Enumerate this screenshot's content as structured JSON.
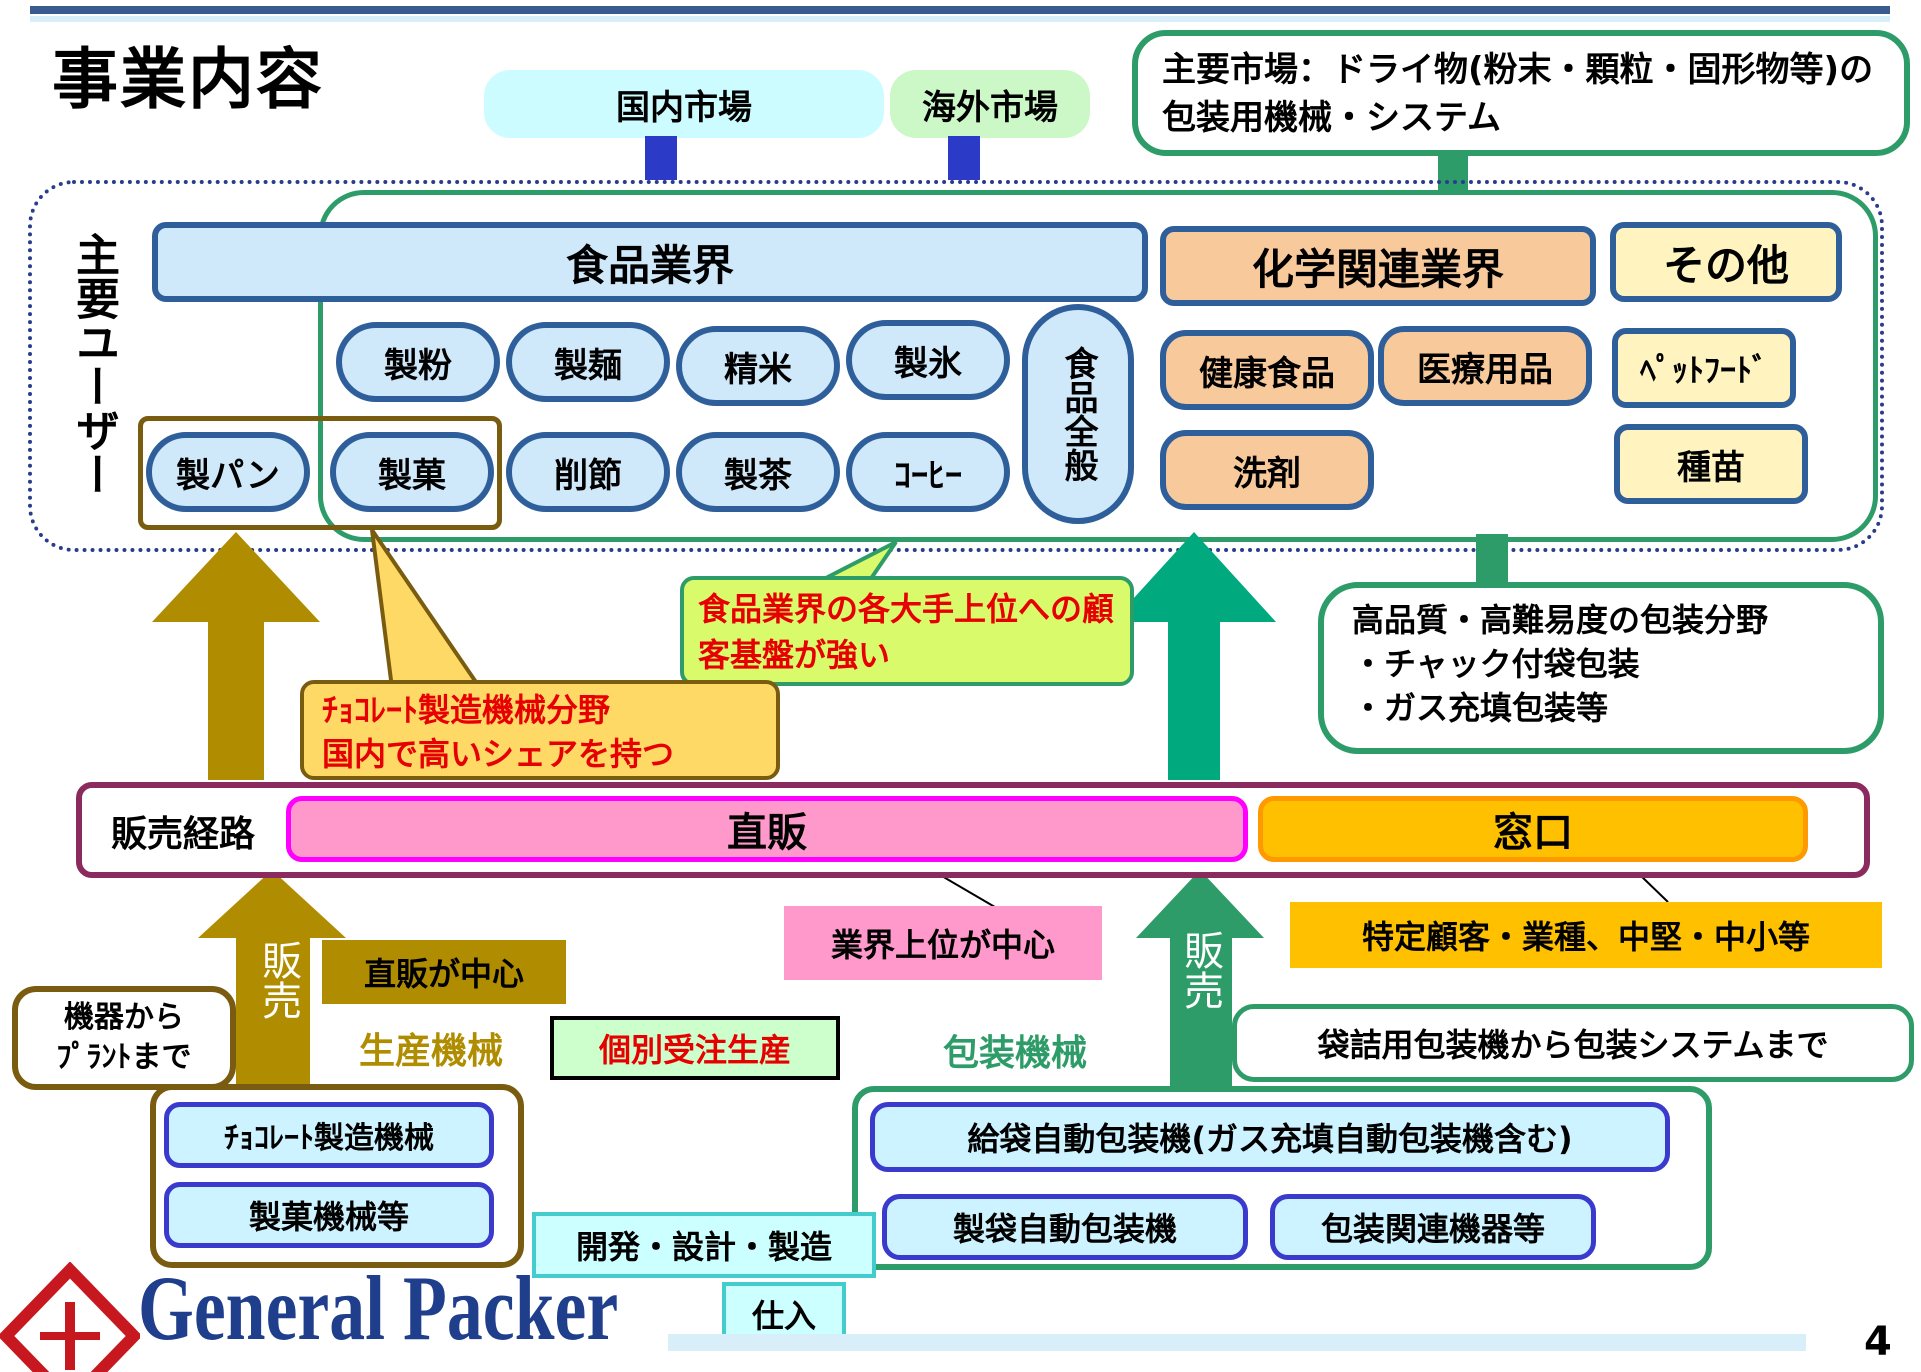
{
  "title": "事業内容",
  "markets": {
    "domestic": "国内市場",
    "overseas": "海外市場",
    "main_market_note": "主要市場：ドライ物(粉末・顆粒・固形物等)の包装用機械・システム"
  },
  "main_users": {
    "label": "主要ユーザー",
    "food": {
      "header": "食品業界",
      "items": [
        "製粉",
        "製麺",
        "精米",
        "製氷",
        "製パン",
        "製菓",
        "削節",
        "製茶",
        "ｺｰﾋｰ"
      ],
      "general": "食品全般"
    },
    "chemical": {
      "header": "化学関連業界",
      "items": [
        "健康食品",
        "医療用品",
        "洗剤"
      ]
    },
    "other": {
      "header": "その他",
      "items": [
        "ﾍﾟｯﾄﾌｰﾄﾞ",
        "種苗"
      ]
    }
  },
  "callouts": {
    "food_base": "食品業界の各大手上位への顧客基盤が強い",
    "chocolate": "ﾁｮｺﾚｰﾄ製造機械分野\n国内で高いシェアを持つ",
    "high_quality": "高品質・高難易度の包装分野\n・チャック付袋包装\n・ガス充填包装等"
  },
  "sales_route": {
    "label": "販売経路",
    "direct": "直販",
    "window": "窓口",
    "direct_note": "業界上位が中心",
    "window_note": "特定顧客・業種、中堅・中小等"
  },
  "production": {
    "arrow_label": "販売",
    "direct_center": "直販が中心",
    "title": "生産機械",
    "scope": "機器から\nﾌﾟﾗﾝﾄまで",
    "order": "個別受注生産",
    "items": [
      "ﾁｮｺﾚｰﾄ製造機械",
      "製菓機械等"
    ]
  },
  "packaging": {
    "arrow_label": "販売",
    "title": "包装機械",
    "scope": "袋詰用包装機から包装システムまで",
    "items": [
      "給袋自動包装機(ガス充填自動包装機含む)",
      "製袋自動包装機",
      "包装関連機器等"
    ]
  },
  "bottom": {
    "dev": "開発・設計・製造",
    "purchase": "仕入",
    "logo": "General Packer",
    "page": "4"
  },
  "colors": {
    "navy_rule": "#3b5a8f",
    "food_blue": "#cfe9fb",
    "chem_orange": "#f7c99b",
    "other_yellow": "#fff4c0",
    "green": "#2e9c68",
    "olive": "#b08d00",
    "brown": "#7a5c10",
    "magenta": "#ff00ff",
    "pink": "#ff99cc",
    "gold": "#ffc000",
    "red": "#e60000",
    "logo_red": "#c8181f",
    "logo_navy": "#1f3e8c"
  }
}
